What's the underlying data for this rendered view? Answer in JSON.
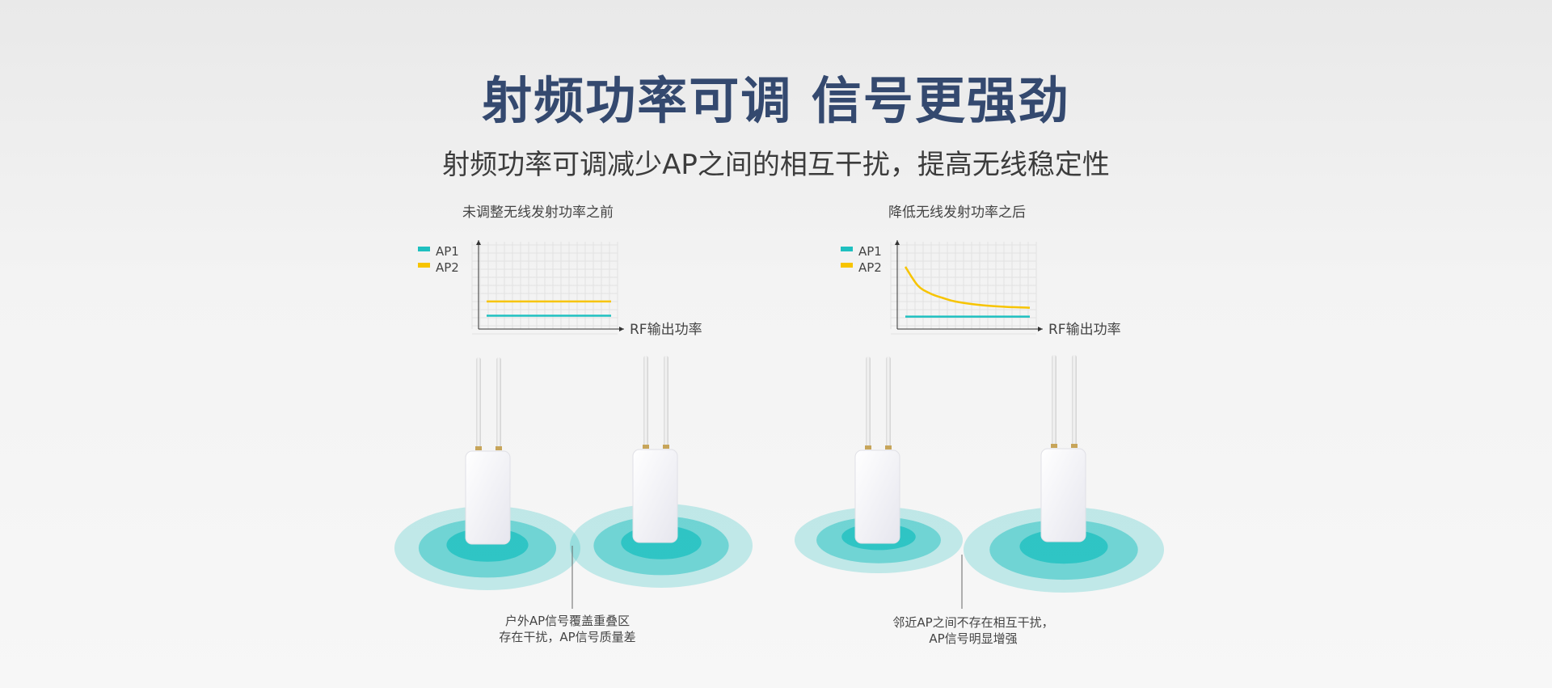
{
  "header": {
    "title": "射频功率可调 信号更强劲",
    "subtitle": "射频功率可调减少AP之间的相互干扰，提高无线稳定性"
  },
  "colors": {
    "ap1": "#1fc0c0",
    "ap2": "#f7c400",
    "title": "#34496f"
  },
  "chart_data": [
    {
      "type": "line",
      "title": "未调整无线发射功率之前",
      "xlabel": "RF输出功率",
      "ylabel": "",
      "legend": [
        "AP1",
        "AP2"
      ],
      "legend_position": "top-left",
      "grid": true,
      "ylim": [
        0,
        10
      ],
      "x": [
        0,
        1,
        2,
        3,
        4,
        5
      ],
      "series": [
        {
          "name": "AP1",
          "values": [
            1.5,
            1.5,
            1.5,
            1.5,
            1.5,
            1.5
          ]
        },
        {
          "name": "AP2",
          "values": [
            3.1,
            3.1,
            3.1,
            3.1,
            3.1,
            3.1
          ]
        }
      ]
    },
    {
      "type": "line",
      "title": "降低无线发射功率之后",
      "xlabel": "RF输出功率",
      "ylabel": "",
      "legend": [
        "AP1",
        "AP2"
      ],
      "legend_position": "top-left",
      "grid": true,
      "ylim": [
        0,
        10
      ],
      "x": [
        0,
        0.5,
        1,
        1.5,
        2,
        3,
        4,
        5
      ],
      "series": [
        {
          "name": "AP1",
          "values": [
            1.4,
            1.4,
            1.4,
            1.4,
            1.4,
            1.4,
            1.4,
            1.4
          ]
        },
        {
          "name": "AP2",
          "values": [
            7.0,
            4.9,
            4.0,
            3.5,
            3.1,
            2.7,
            2.5,
            2.4
          ]
        }
      ]
    }
  ],
  "captions": {
    "left": [
      "户外AP信号覆盖重叠区",
      "存在干扰，AP信号质量差"
    ],
    "right": [
      "邻近AP之间不存在相互干扰，",
      "AP信号明显增强"
    ]
  }
}
